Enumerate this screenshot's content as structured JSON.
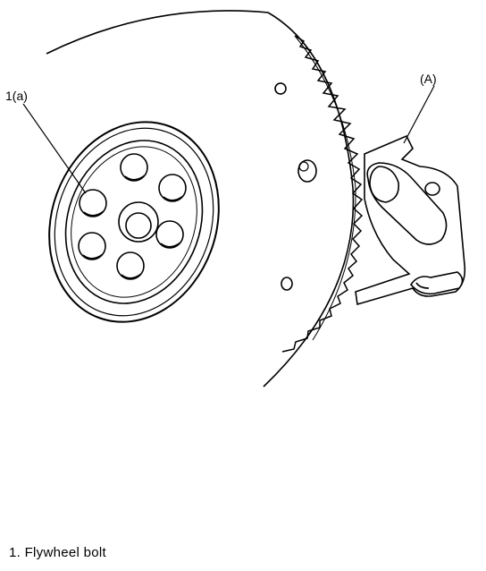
{
  "figure": {
    "callout_a": "(A)",
    "callout_1a": "1(a)"
  },
  "caption": {
    "text": "1. Flywheel bolt"
  },
  "colors": {
    "ink": "#000000",
    "paper": "#ffffff"
  }
}
